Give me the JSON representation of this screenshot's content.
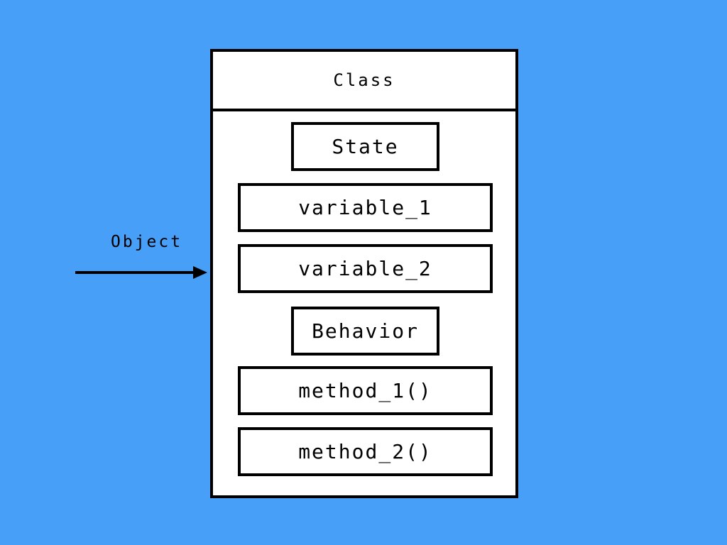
{
  "diagram": {
    "class_label": "Class",
    "state_label": "State",
    "variables": [
      "variable_1",
      "variable_2"
    ],
    "behavior_label": "Behavior",
    "methods": [
      "method_1()",
      "method_2()"
    ],
    "object_label": "Object"
  },
  "colors": {
    "background": "#489ff8",
    "box_fill": "#ffffff",
    "stroke": "#000000"
  }
}
